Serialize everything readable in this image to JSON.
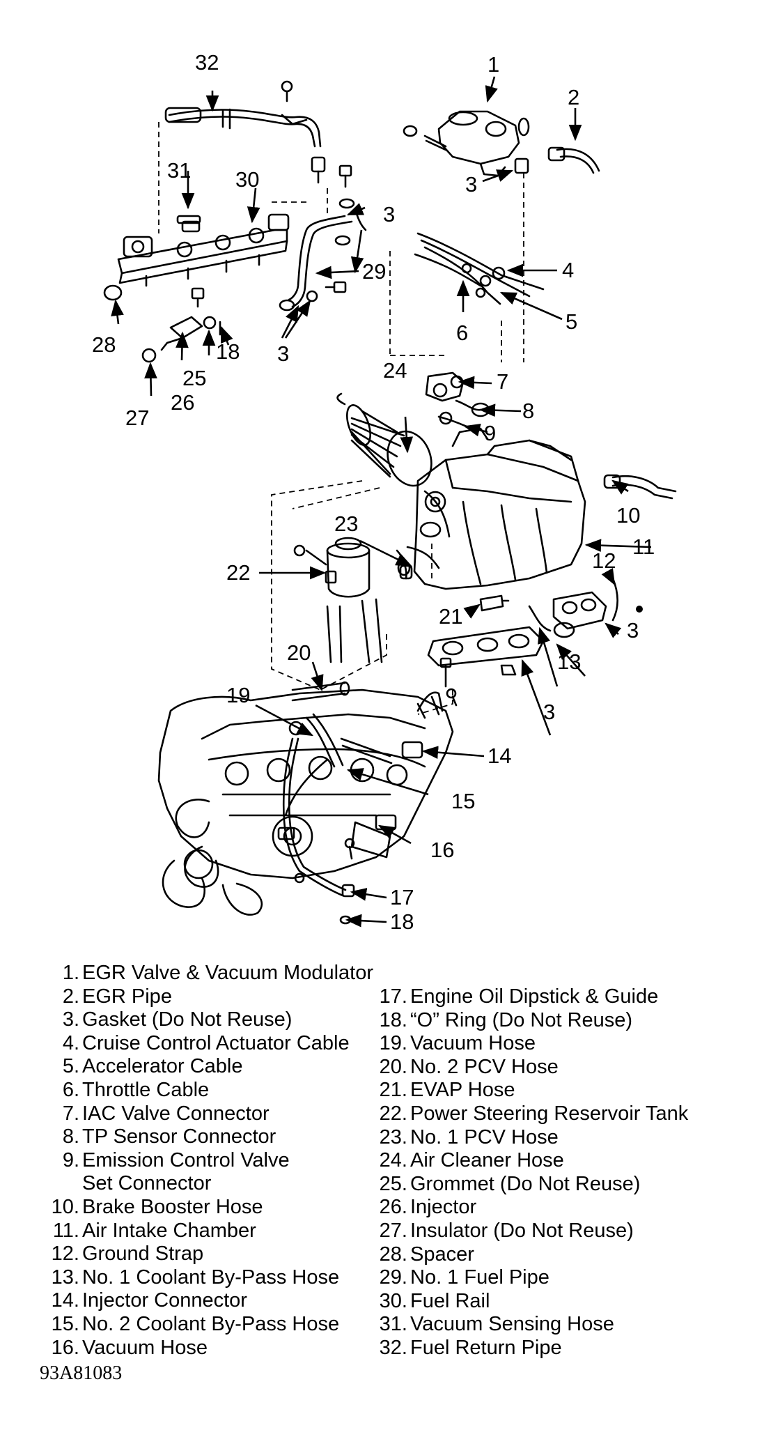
{
  "callouts": {
    "c1": "1",
    "c2": "2",
    "c3a": "3",
    "c3b": "3",
    "c3c": "3",
    "c3d": "3",
    "c3e": "3",
    "c4": "4",
    "c5": "5",
    "c6": "6",
    "c7": "7",
    "c8": "8",
    "c9": "9",
    "c10": "10",
    "c11": "11",
    "c12": "12",
    "c13": "13",
    "c14": "14",
    "c15": "15",
    "c16": "16",
    "c17": "17",
    "c18a": "18",
    "c18b": "18",
    "c19": "19",
    "c20": "20",
    "c21": "21",
    "c22": "22",
    "c23": "23",
    "c24": "24",
    "c25": "25",
    "c26": "26",
    "c27": "27",
    "c28": "28",
    "c29": "29",
    "c30": "30",
    "c31": "31",
    "c32": "32"
  },
  "legend": {
    "left": [
      {
        "num": "1.",
        "text": "EGR Valve & Vacuum Modulator"
      },
      {
        "num": "2.",
        "text": "EGR Pipe"
      },
      {
        "num": "3.",
        "text": "Gasket (Do Not Reuse)"
      },
      {
        "num": "4.",
        "text": "Cruise Control Actuator Cable"
      },
      {
        "num": "5.",
        "text": "Accelerator Cable"
      },
      {
        "num": "6.",
        "text": "Throttle Cable"
      },
      {
        "num": "7.",
        "text": "IAC Valve Connector"
      },
      {
        "num": "8.",
        "text": "TP Sensor Connector"
      },
      {
        "num": "9.",
        "text": "Emission Control Valve",
        "text2": "Set Connector"
      },
      {
        "num": "10.",
        "text": "Brake Booster Hose"
      },
      {
        "num": "11.",
        "text": "Air Intake Chamber"
      },
      {
        "num": "12.",
        "text": "Ground Strap"
      },
      {
        "num": "13.",
        "text": "No. 1 Coolant By-Pass Hose"
      },
      {
        "num": "14.",
        "text": "Injector Connector"
      },
      {
        "num": "15.",
        "text": "No. 2 Coolant By-Pass Hose"
      },
      {
        "num": "16.",
        "text": "Vacuum Hose"
      }
    ],
    "right": [
      {
        "num": "17.",
        "text": "Engine Oil Dipstick & Guide"
      },
      {
        "num": "18.",
        "text": "“O” Ring (Do Not Reuse)"
      },
      {
        "num": "19.",
        "text": "Vacuum Hose"
      },
      {
        "num": "20.",
        "text": "No. 2 PCV Hose"
      },
      {
        "num": "21.",
        "text": "EVAP Hose"
      },
      {
        "num": "22.",
        "text": "Power Steering Reservoir Tank"
      },
      {
        "num": "23.",
        "text": "No. 1 PCV Hose"
      },
      {
        "num": "24.",
        "text": "Air Cleaner Hose"
      },
      {
        "num": "25.",
        "text": "Grommet (Do Not Reuse)"
      },
      {
        "num": "26.",
        "text": "Injector"
      },
      {
        "num": "27.",
        "text": "Insulator (Do Not Reuse)"
      },
      {
        "num": "28.",
        "text": "Spacer"
      },
      {
        "num": "29.",
        "text": "No. 1 Fuel Pipe"
      },
      {
        "num": "30.",
        "text": "Fuel Rail"
      },
      {
        "num": "31.",
        "text": "Vacuum Sensing Hose"
      },
      {
        "num": "32.",
        "text": "Fuel Return Pipe"
      }
    ]
  },
  "figure_id": "93A81083",
  "colors": {
    "ink": "#000000",
    "paper": "#ffffff"
  }
}
